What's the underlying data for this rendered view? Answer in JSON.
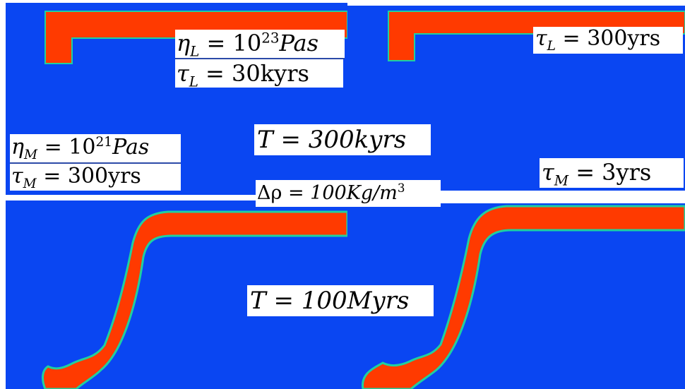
{
  "colors": {
    "background": "#0a46f2",
    "slab": "#ff3a00",
    "slab_edge": "#1fd0a0",
    "label_bg": "#ffffff"
  },
  "labels": {
    "eta_L_sym": "η",
    "eta_L_sub": "L",
    "eta_L_val": "= 10",
    "eta_L_exp": "23",
    "eta_L_unit": "Pas",
    "tau_L_left_sym": "τ",
    "tau_L_left_sub": "L",
    "tau_L_left_val": "= 30kyrs",
    "eta_M_sym": "η",
    "eta_M_sub": "M",
    "eta_M_val": "= 10",
    "eta_M_exp": "21",
    "eta_M_unit": "Pas",
    "tau_M_left_sym": "τ",
    "tau_M_left_sub": "M",
    "tau_M_left_val": "= 300yrs",
    "time_top": "T = 300kyrs",
    "tau_L_right_sym": "τ",
    "tau_L_right_sub": "L",
    "tau_L_right_val": "= 300yrs",
    "tau_M_right_sym": "τ",
    "tau_M_right_sub": "M",
    "tau_M_right_val": "= 3yrs",
    "delta_rho_sym": "Δρ",
    "delta_rho_val": "= 100Kg/m",
    "delta_rho_exp": "3",
    "time_bottom": "T = 100Myrs"
  }
}
